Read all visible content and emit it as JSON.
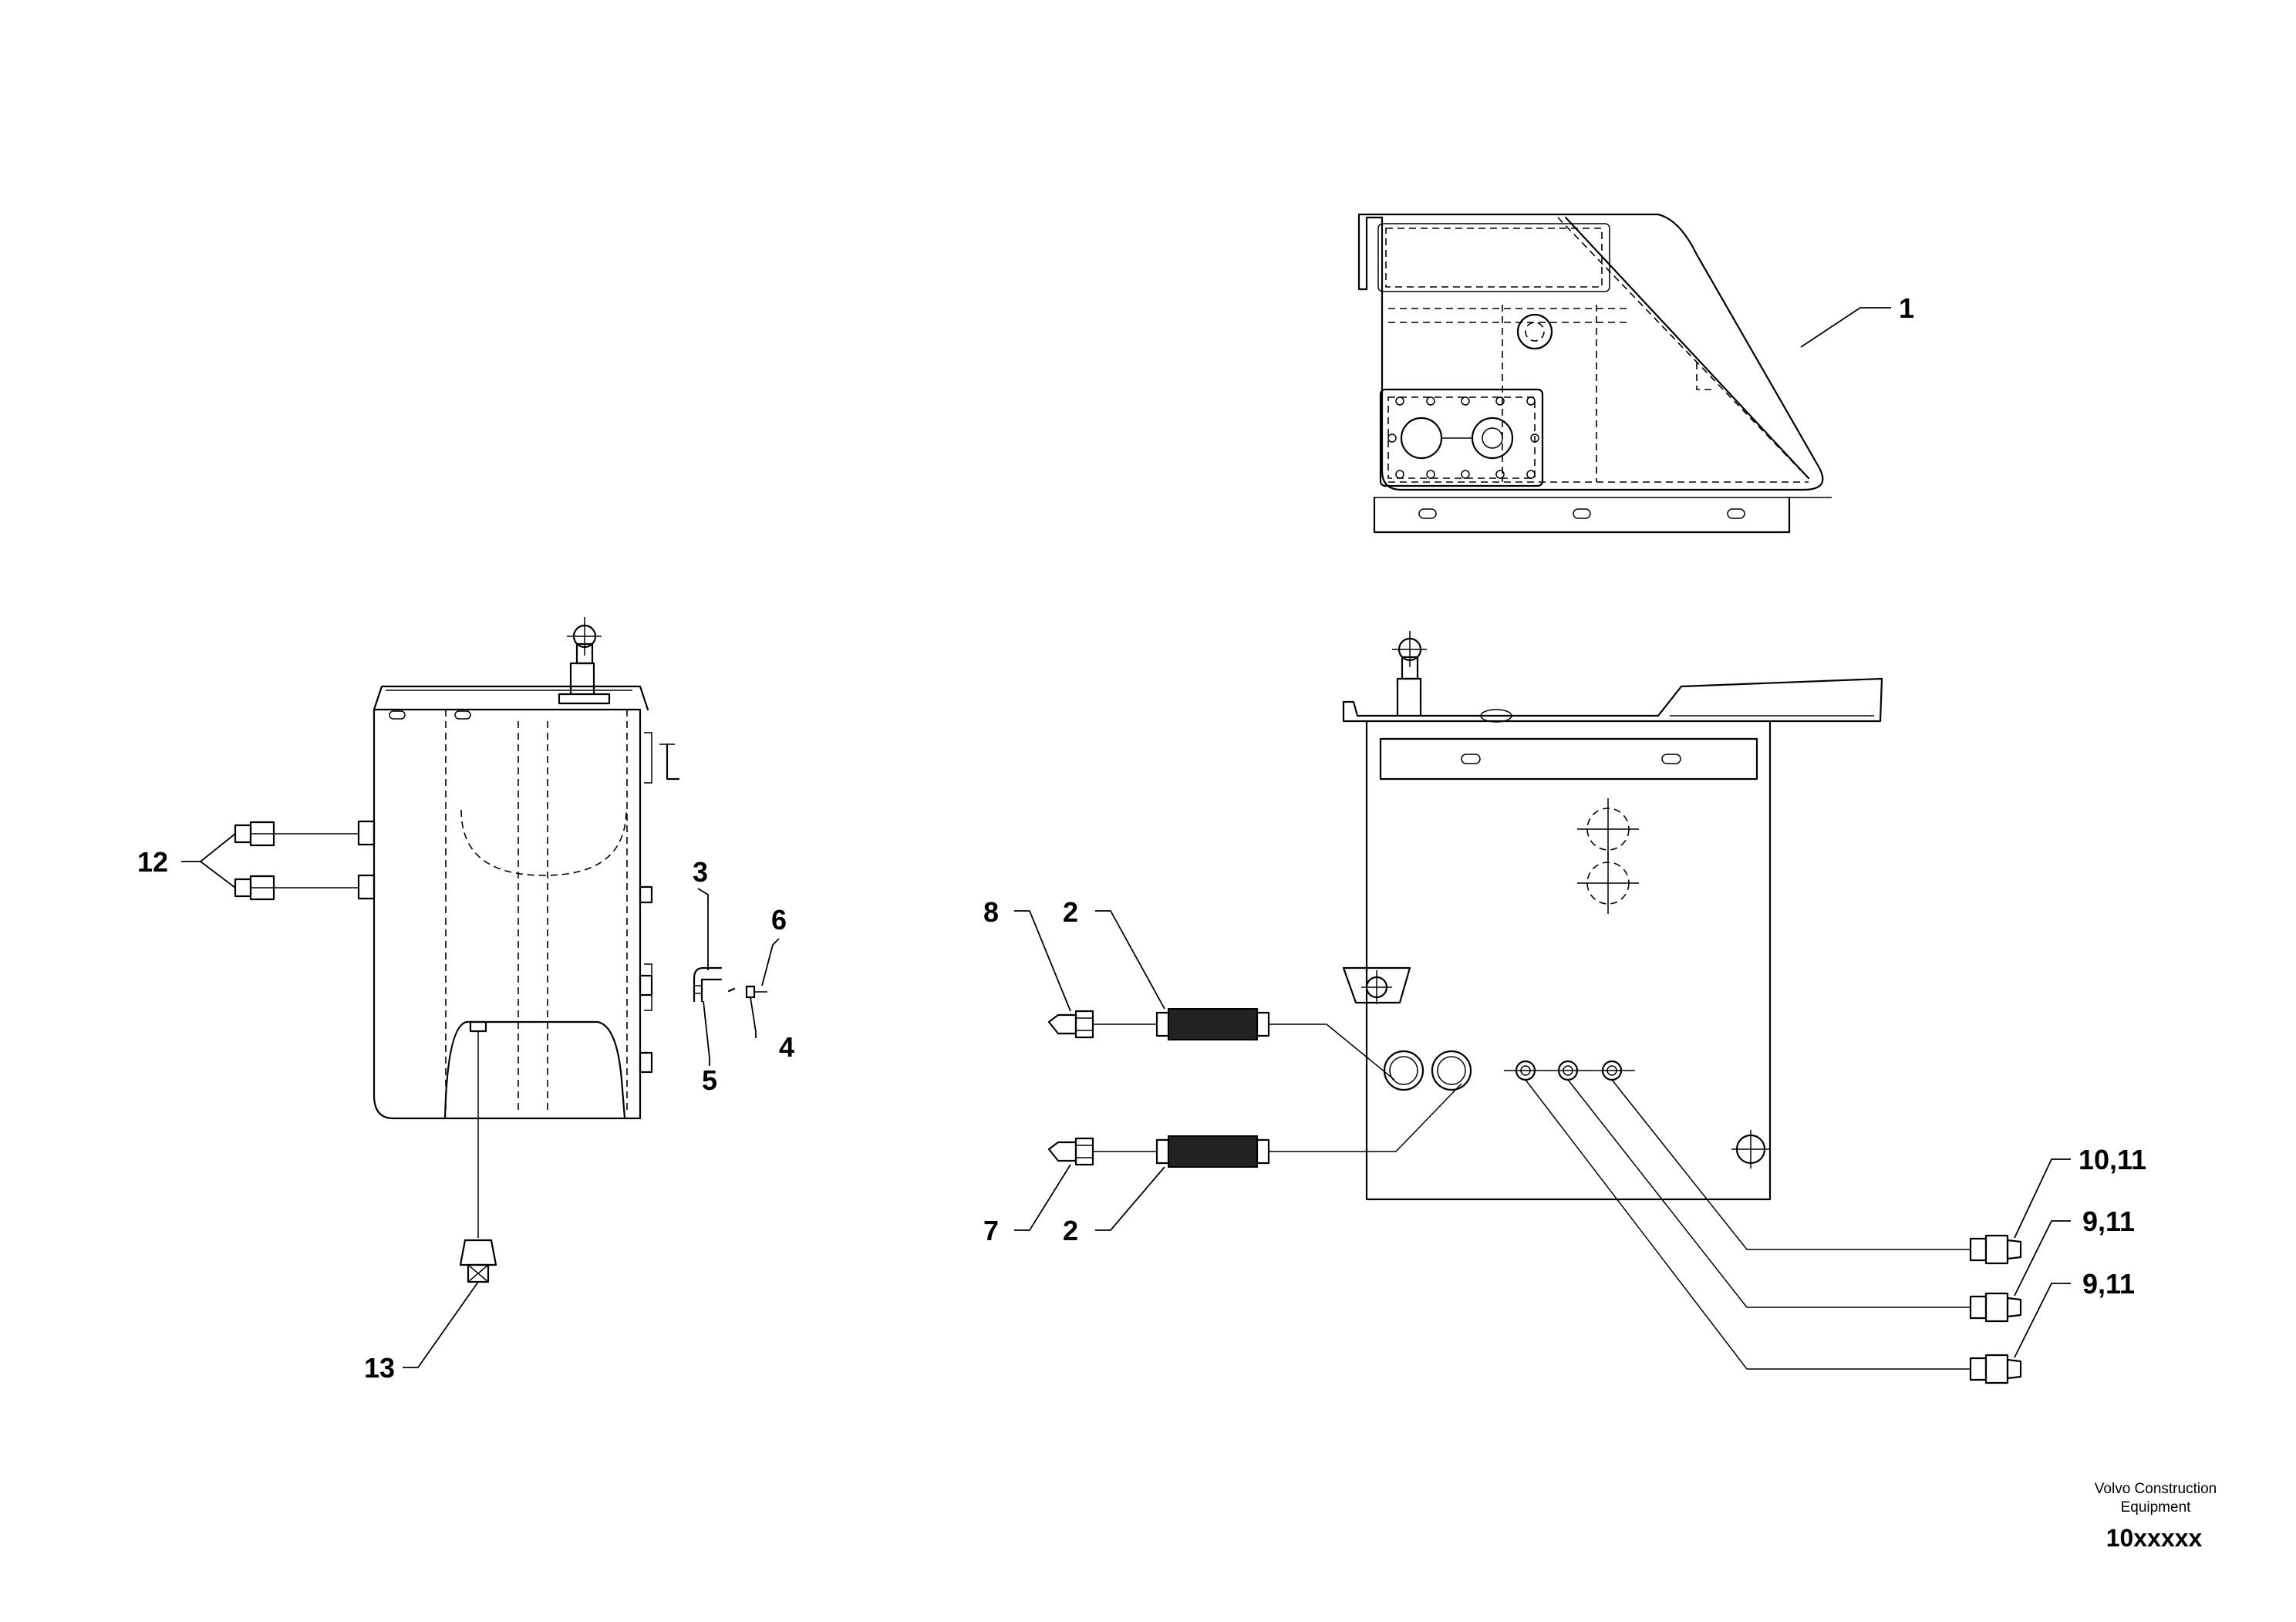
{
  "callouts": {
    "c1": "1",
    "c2a": "2",
    "c2b": "2",
    "c3": "3",
    "c4": "4",
    "c5": "5",
    "c6": "6",
    "c7": "7",
    "c8": "8",
    "c10_11": "10,11",
    "c9_11a": "9,11",
    "c9_11b": "9,11",
    "c12": "12",
    "c13": "13"
  },
  "title_block": {
    "brand_line1": "Volvo Construction",
    "brand_line2": "Equipment",
    "doc_number": "10xxxxx"
  }
}
